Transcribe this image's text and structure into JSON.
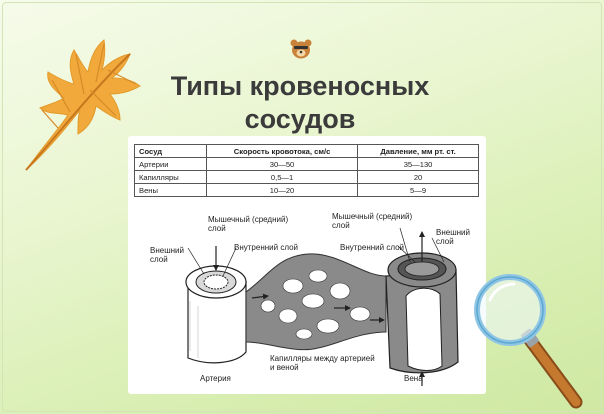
{
  "title": {
    "line1": "Типы кровеносных",
    "line2": "сосудов"
  },
  "table": {
    "headers": [
      "Сосуд",
      "Скорость кровотока, см/с",
      "Давление, мм рт. ст."
    ],
    "rows": [
      [
        "Артерии",
        "30—50",
        "35—130"
      ],
      [
        "Капилляры",
        "0,5—1",
        "20"
      ],
      [
        "Вены",
        "10—20",
        "5—9"
      ]
    ]
  },
  "diagram": {
    "labels": {
      "artery_outer": "Внешний\nслой",
      "artery_middle": "Мышечный (средний)\nслой",
      "artery_inner": "Внутренний слой",
      "artery": "Артерия",
      "capillaries": "Капилляры между артерией\nи веной",
      "vein_middle": "Мышечный (средний)\nслой",
      "vein_inner": "Внутренний слой",
      "vein_outer": "Внешний\nслой",
      "vein": "Вена"
    }
  },
  "colors": {
    "leaf": "#f0a93a",
    "leaf_vein": "#c7771e",
    "title_text": "#3b3b3b",
    "bear": "#c9823a",
    "vessel_gray": "#8a8a8a",
    "vessel_dark": "#555555",
    "magnifier_rim": "#8fc6e6",
    "magnifier_handle": "#c4792f"
  },
  "icons": {
    "leaf": "oak-leaf-icon",
    "bear": "bear-logo-icon",
    "magnifier": "magnifying-glass-icon"
  }
}
